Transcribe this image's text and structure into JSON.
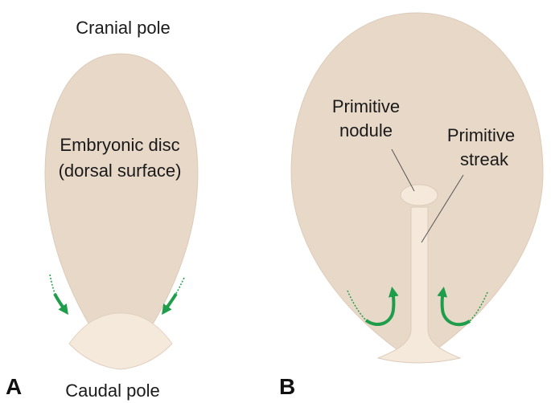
{
  "panel_a": {
    "letter": "A",
    "top_label": "Cranial pole",
    "bottom_label": "Caudal pole",
    "disc_label_line1": "Embryonic disc",
    "disc_label_line2": "(dorsal surface)"
  },
  "panel_b": {
    "letter": "B",
    "nodule_label_line1": "Primitive",
    "nodule_label_line2": "nodule",
    "streak_label_line1": "Primitive",
    "streak_label_line2": "streak"
  },
  "colors": {
    "disc_fill": "#e8d8c8",
    "disc_stroke": "#d6c4b2",
    "streak_fill": "#f5e9dc",
    "arrow_green": "#1e9e4a",
    "pointer_line": "#555555"
  }
}
